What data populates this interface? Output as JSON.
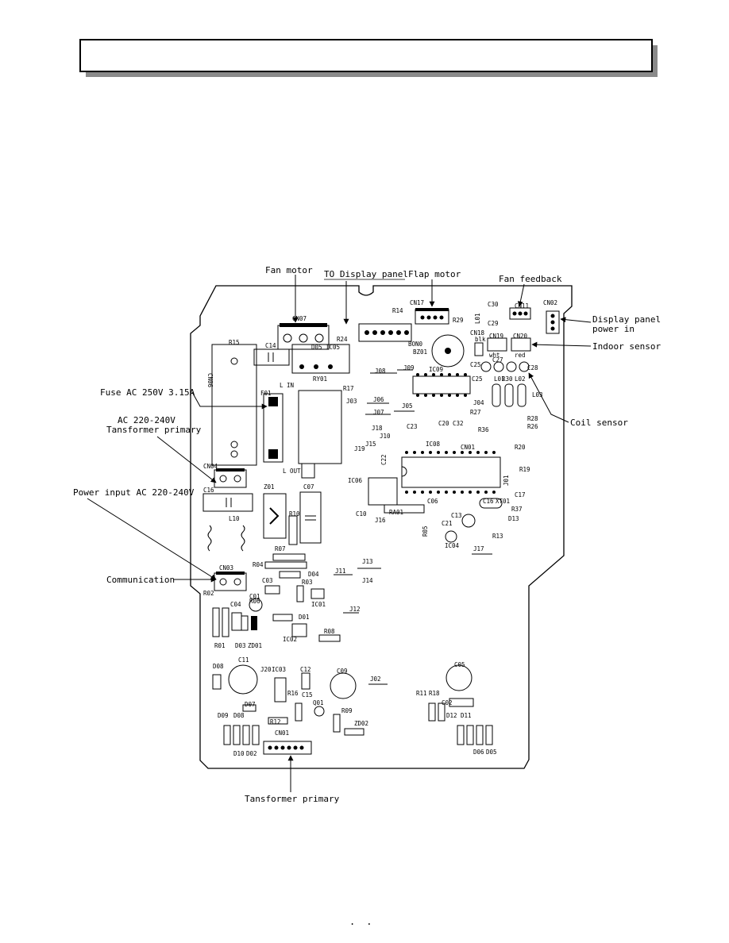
{
  "callouts": {
    "fan_motor": "Fan motor",
    "to_display_panel": "TO Display panel",
    "flap_motor": "Flap motor",
    "fan_feedback": "Fan feedback",
    "display_panel_power_1": "Display panel",
    "display_panel_power_2": "power in",
    "indoor_sensor": "Indoor sensor",
    "fuse": "Fuse AC 250V 3.15A",
    "ac_transformer_1": "AC 220-240V",
    "ac_transformer_2": "Tansformer primary",
    "coil_sensor": "Coil sensor",
    "power_input": "Power input AC 220-240V",
    "communication": "Communication",
    "transformer_primary_bottom": "Tansformer primary"
  },
  "components": [
    {
      "id": "c-cn07",
      "t": "CN07"
    },
    {
      "id": "c-r15",
      "t": "R15"
    },
    {
      "id": "c-c14",
      "t": "C14"
    },
    {
      "id": "c-r24",
      "t": "R24"
    },
    {
      "id": "c-ic05",
      "t": "IC05"
    },
    {
      "id": "c-d05",
      "t": "D05"
    },
    {
      "id": "c-ry01",
      "t": "RY01"
    },
    {
      "id": "c-cn06",
      "t": "CN06"
    },
    {
      "id": "c-cn17",
      "t": "CN17"
    },
    {
      "id": "c-r14",
      "t": "R14"
    },
    {
      "id": "c-r29",
      "t": "R29"
    },
    {
      "id": "c-bon0",
      "t": "BON0"
    },
    {
      "id": "c-bz01",
      "t": "BZ01"
    },
    {
      "id": "c-l01",
      "t": "L01"
    },
    {
      "id": "c-c30",
      "t": "C30"
    },
    {
      "id": "c-cn18",
      "t": "CN18"
    },
    {
      "id": "c-c29",
      "t": "C29"
    },
    {
      "id": "c-cn11",
      "t": "CN11"
    },
    {
      "id": "c-cn02",
      "t": "CN02"
    },
    {
      "id": "c-blk",
      "t": "blk"
    },
    {
      "id": "c-cn19",
      "t": "CN19"
    },
    {
      "id": "c-cn20",
      "t": "CN20"
    },
    {
      "id": "c-red",
      "t": "red"
    },
    {
      "id": "c-wht",
      "t": "wht"
    },
    {
      "id": "c-c25a",
      "t": "C25"
    },
    {
      "id": "c-c27",
      "t": "C27"
    },
    {
      "id": "c-c28",
      "t": "C28"
    },
    {
      "id": "c-j08",
      "t": "J08"
    },
    {
      "id": "c-j09",
      "t": "J09"
    },
    {
      "id": "c-ic09",
      "t": "IC09"
    },
    {
      "id": "c-f01",
      "t": "F01"
    },
    {
      "id": "c-lin",
      "t": "L IN"
    },
    {
      "id": "c-r17",
      "t": "R17"
    },
    {
      "id": "c-j06",
      "t": "J06"
    },
    {
      "id": "c-j03",
      "t": "J03"
    },
    {
      "id": "c-j07",
      "t": "J07"
    },
    {
      "id": "c-j05",
      "t": "J05"
    },
    {
      "id": "c-c25b",
      "t": "C25"
    },
    {
      "id": "c-j04",
      "t": "J04"
    },
    {
      "id": "c-l01b",
      "t": "L01"
    },
    {
      "id": "c-l02",
      "t": "L02"
    },
    {
      "id": "c-r30",
      "t": "R30"
    },
    {
      "id": "c-l03",
      "t": "L03"
    },
    {
      "id": "c-r27",
      "t": "R27"
    },
    {
      "id": "c-r28",
      "t": "R28"
    },
    {
      "id": "c-r26",
      "t": "R26"
    },
    {
      "id": "c-c20",
      "t": "C20"
    },
    {
      "id": "c-c32",
      "t": "C32"
    },
    {
      "id": "c-r36",
      "t": "R36"
    },
    {
      "id": "c-j18",
      "t": "J18"
    },
    {
      "id": "c-c23",
      "t": "C23"
    },
    {
      "id": "c-j10",
      "t": "J10"
    },
    {
      "id": "c-ic08",
      "t": "IC08"
    },
    {
      "id": "c-j15",
      "t": "J15"
    },
    {
      "id": "c-c22",
      "t": "C22"
    },
    {
      "id": "c-j19",
      "t": "J19"
    },
    {
      "id": "c-cn01a",
      "t": "CN01"
    },
    {
      "id": "c-r20",
      "t": "R20"
    },
    {
      "id": "c-lout",
      "t": "L OUT"
    },
    {
      "id": "c-cn04",
      "t": "CN04"
    },
    {
      "id": "c-ic06",
      "t": "IC06"
    },
    {
      "id": "c-j01",
      "t": "J01"
    },
    {
      "id": "c-r19",
      "t": "R19"
    },
    {
      "id": "c-c17",
      "t": "C17"
    },
    {
      "id": "c-c16",
      "t": "C16"
    },
    {
      "id": "c-z01",
      "t": "Z01"
    },
    {
      "id": "c-c07",
      "t": "C07"
    },
    {
      "id": "c-l10",
      "t": "L10"
    },
    {
      "id": "c-r10",
      "t": "R10"
    },
    {
      "id": "c-c06",
      "t": "C06"
    },
    {
      "id": "c-c16b",
      "t": "C16"
    },
    {
      "id": "c-xt01",
      "t": "XT01"
    },
    {
      "id": "c-r37",
      "t": "R37"
    },
    {
      "id": "c-ra01",
      "t": "RA01"
    },
    {
      "id": "c-c10",
      "t": "C10"
    },
    {
      "id": "c-j16",
      "t": "J16"
    },
    {
      "id": "c-c13",
      "t": "C13"
    },
    {
      "id": "c-d13",
      "t": "D13"
    },
    {
      "id": "c-r05",
      "t": "R05"
    },
    {
      "id": "c-c21",
      "t": "C21"
    },
    {
      "id": "c-r13",
      "t": "R13"
    },
    {
      "id": "c-ic04",
      "t": "IC04"
    },
    {
      "id": "c-r07",
      "t": "R07"
    },
    {
      "id": "c-j17",
      "t": "J17"
    },
    {
      "id": "c-r04",
      "t": "R04"
    },
    {
      "id": "c-j13",
      "t": "J13"
    },
    {
      "id": "c-d04",
      "t": "D04"
    },
    {
      "id": "c-j11",
      "t": "J11"
    },
    {
      "id": "c-j14",
      "t": "J14"
    },
    {
      "id": "c-cn03",
      "t": "CN03"
    },
    {
      "id": "c-r02",
      "t": "R02"
    },
    {
      "id": "c-c03",
      "t": "C03"
    },
    {
      "id": "c-r03",
      "t": "R03"
    },
    {
      "id": "c-c01",
      "t": "C01"
    },
    {
      "id": "c-ic01",
      "t": "IC01"
    },
    {
      "id": "c-r06",
      "t": "R06"
    },
    {
      "id": "c-c04",
      "t": "C04"
    },
    {
      "id": "c-d01",
      "t": "D01"
    },
    {
      "id": "c-j12",
      "t": "J12"
    },
    {
      "id": "c-r01",
      "t": "R01"
    },
    {
      "id": "c-d03",
      "t": "D03"
    },
    {
      "id": "c-zd01",
      "t": "ZD01"
    },
    {
      "id": "c-ic02",
      "t": "IC02"
    },
    {
      "id": "c-r08",
      "t": "R08"
    },
    {
      "id": "c-d08a",
      "t": "D08"
    },
    {
      "id": "c-c11",
      "t": "C11"
    },
    {
      "id": "c-j20",
      "t": "J20"
    },
    {
      "id": "c-ic03",
      "t": "IC03"
    },
    {
      "id": "c-c12",
      "t": "C12"
    },
    {
      "id": "c-c09",
      "t": "C09"
    },
    {
      "id": "c-j02",
      "t": "J02"
    },
    {
      "id": "c-c05",
      "t": "C05"
    },
    {
      "id": "c-r16",
      "t": "R16"
    },
    {
      "id": "c-c15",
      "t": "C15"
    },
    {
      "id": "c-q01",
      "t": "Q01"
    },
    {
      "id": "c-r11",
      "t": "R11"
    },
    {
      "id": "c-r18",
      "t": "R18"
    },
    {
      "id": "c-c02",
      "t": "C02"
    },
    {
      "id": "c-d07",
      "t": "D07"
    },
    {
      "id": "c-d09",
      "t": "D09"
    },
    {
      "id": "c-d08b",
      "t": "D08"
    },
    {
      "id": "c-r12",
      "t": "R12"
    },
    {
      "id": "c-r09",
      "t": "R09"
    },
    {
      "id": "c-zd02",
      "t": "ZD02"
    },
    {
      "id": "c-d12",
      "t": "D12"
    },
    {
      "id": "c-d11",
      "t": "D11"
    },
    {
      "id": "c-cn01b",
      "t": "CN01"
    },
    {
      "id": "c-d10",
      "t": "D10"
    },
    {
      "id": "c-d02",
      "t": "D02"
    },
    {
      "id": "c-d06",
      "t": "D06"
    },
    {
      "id": "c-d05b",
      "t": "D05"
    }
  ]
}
